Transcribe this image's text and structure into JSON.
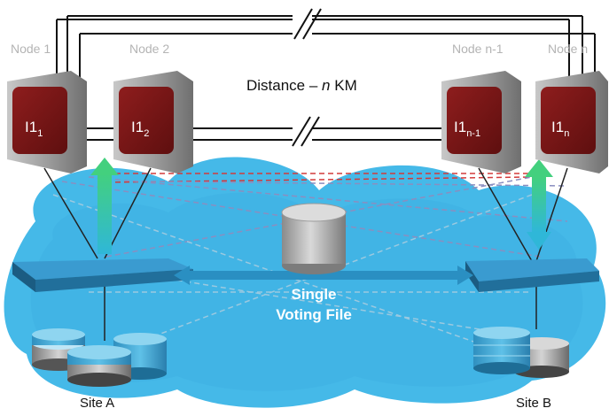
{
  "colors": {
    "cloud": "#3fb6e6",
    "cloud_dark": "#2aa4d6",
    "server_body": "#9a9a9a",
    "server_face": "#7a1616",
    "arrow": "#3cc883",
    "switch": "#2b8fc2"
  },
  "nodes": [
    {
      "label": "Node 1",
      "instance": "I1",
      "sub": "1"
    },
    {
      "label": "Node 2",
      "instance": "I1",
      "sub": "2"
    },
    {
      "label": "Node n-1",
      "instance": "I1",
      "sub": "n-1"
    },
    {
      "label": "Node n",
      "instance": "I1",
      "sub": "n"
    }
  ],
  "distance": {
    "prefix": "Distance – ",
    "var": "n",
    "suffix": " KM"
  },
  "voting_file": {
    "line1": "Single",
    "line2": "Voting File"
  },
  "sites": {
    "a": "Site A",
    "b": "Site B"
  },
  "icons": [
    "server-icon",
    "storage-disk-icon",
    "switch-icon",
    "cylinder-icon",
    "cloud-icon",
    "line-break-icon",
    "up-arrow-icon",
    "down-arrow-icon"
  ]
}
